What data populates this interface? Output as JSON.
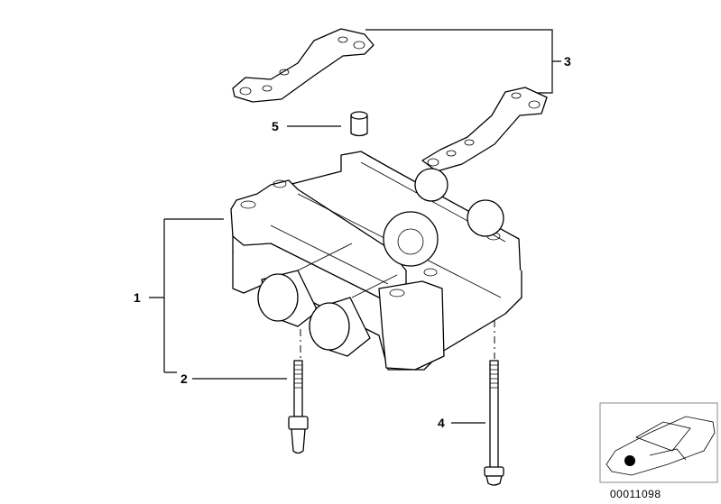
{
  "callouts": [
    {
      "id": "1",
      "label": "1"
    },
    {
      "id": "2",
      "label": "2"
    },
    {
      "id": "3",
      "label": "3"
    },
    {
      "id": "4",
      "label": "4"
    },
    {
      "id": "5",
      "label": "5"
    }
  ],
  "thumbnail": {
    "reference_number": "00011098"
  },
  "colors": {
    "line": "#000000",
    "background": "#ffffff"
  }
}
